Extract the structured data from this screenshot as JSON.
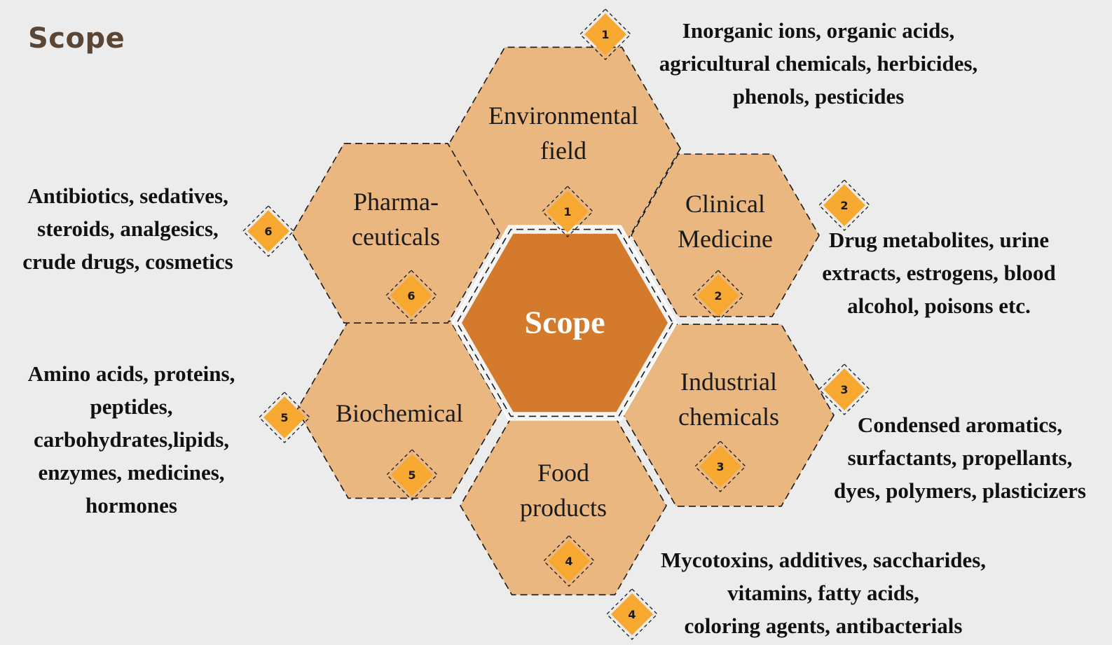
{
  "title": "Scope",
  "center": {
    "label": "Scope",
    "color": "#d47a2c"
  },
  "colors": {
    "hex_fill": "#ebb780",
    "badge_fill": "#f7a830",
    "background": "#ececec"
  },
  "segments": [
    {
      "number": "1",
      "label_lines": [
        "Environmental",
        "field"
      ],
      "description": [
        "Inorganic ions, organic acids,",
        "agricultural chemicals, herbicides,",
        "phenols, pesticides"
      ]
    },
    {
      "number": "2",
      "label_lines": [
        "Clinical",
        "Medicine"
      ],
      "description": [
        "Drug metabolites, urine",
        "extracts, estrogens, blood",
        "alcohol, poisons etc."
      ]
    },
    {
      "number": "3",
      "label_lines": [
        "Industrial",
        "chemicals"
      ],
      "description": [
        "Condensed aromatics,",
        "surfactants, propellants,",
        "dyes, polymers, plasticizers"
      ]
    },
    {
      "number": "4",
      "label_lines": [
        "Food",
        "products"
      ],
      "description": [
        "Mycotoxins, additives, saccharides,",
        "vitamins, fatty acids,",
        "coloring agents, antibacterials"
      ]
    },
    {
      "number": "5",
      "label_lines": [
        "Biochemical"
      ],
      "description": [
        "Amino acids, proteins,",
        "peptides,",
        "carbohydrates,lipids,",
        "enzymes, medicines,",
        "hormones"
      ]
    },
    {
      "number": "6",
      "label_lines": [
        "Pharma-",
        "ceuticals"
      ],
      "description": [
        "Antibiotics, sedatives,",
        "steroids, analgesics,",
        "crude drugs, cosmetics"
      ]
    }
  ]
}
